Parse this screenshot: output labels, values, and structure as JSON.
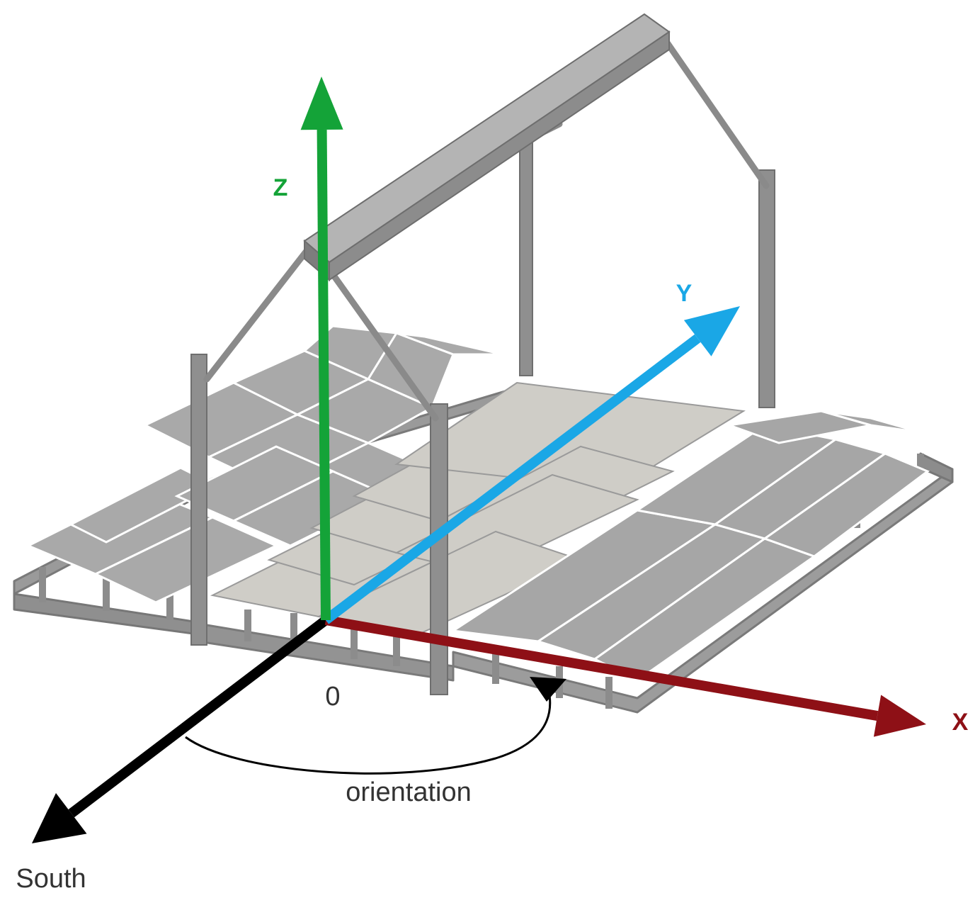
{
  "diagram": {
    "labels": {
      "z": "Z",
      "y": "Y",
      "x": "X",
      "origin": "0",
      "south": "South",
      "orientation": "orientation"
    },
    "colors": {
      "z_axis": "#14a338",
      "y_axis": "#1aa7e6",
      "x_axis": "#8e1016",
      "south_axis": "#000000",
      "frame": "#8a8a8a",
      "panel_dark": "#a8a8a8",
      "panel_light": "#cfcdc7"
    }
  }
}
